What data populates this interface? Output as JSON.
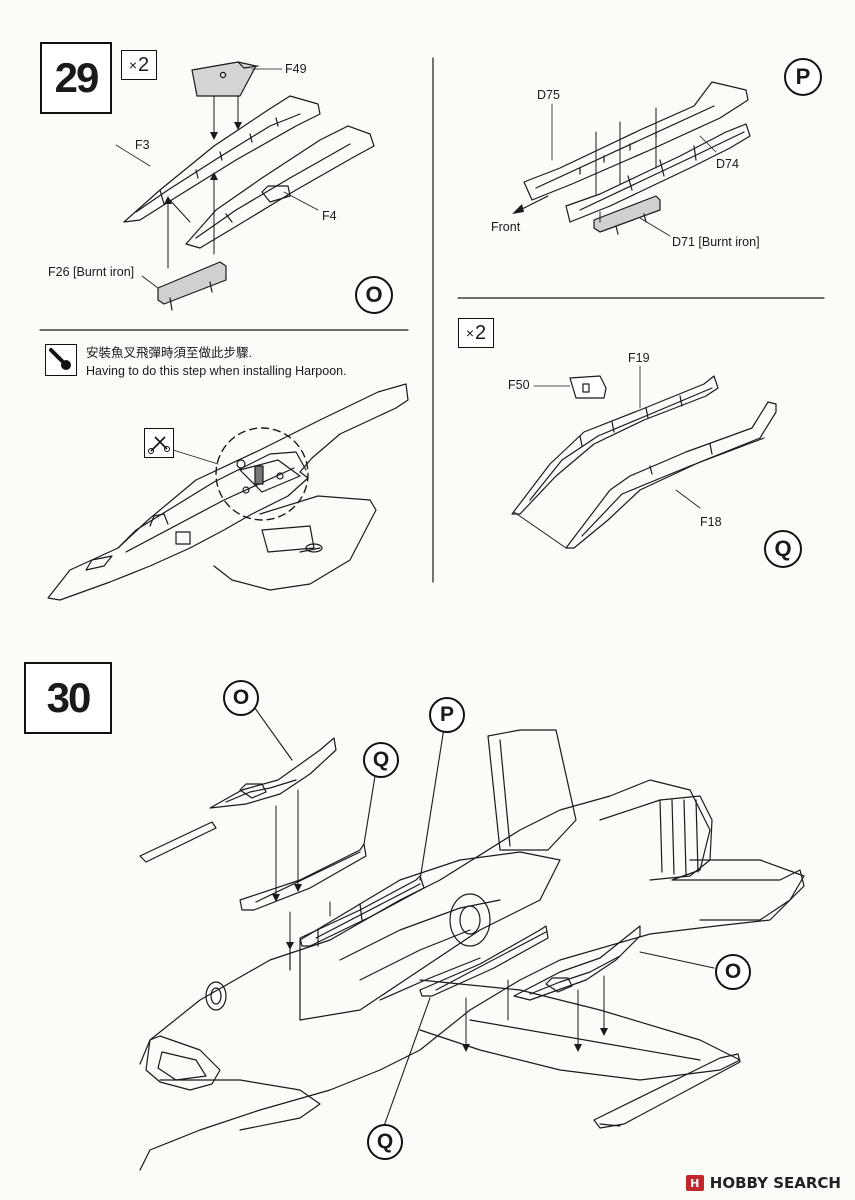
{
  "step29": {
    "number": "29",
    "multiplier": "2",
    "parts": {
      "f49": "F49",
      "f3": "F3",
      "f4": "F4",
      "f26": "F26 [Burnt iron]"
    },
    "assembly_label": "O"
  },
  "harpoon_note": {
    "line_zh": "安裝魚叉飛彈時須至做此步驟.",
    "line_en": "Having to do this step when installing Harpoon."
  },
  "assembly_p": {
    "label": "P",
    "parts": {
      "d75": "D75",
      "d74": "D74",
      "front": "Front",
      "d71": "D71 [Burnt iron]"
    }
  },
  "assembly_q": {
    "label": "Q",
    "multiplier": "2",
    "parts": {
      "f50": "F50",
      "f19": "F19",
      "f18": "F18"
    }
  },
  "step30": {
    "number": "30",
    "callouts": [
      "O",
      "Q",
      "P",
      "Q",
      "O"
    ]
  },
  "watermark": {
    "logo": "H",
    "text": "HOBBY SEARCH"
  },
  "colors": {
    "line": "#1a1a1a",
    "part_fill": "#d0d0d0",
    "logo": "#c1272d"
  }
}
